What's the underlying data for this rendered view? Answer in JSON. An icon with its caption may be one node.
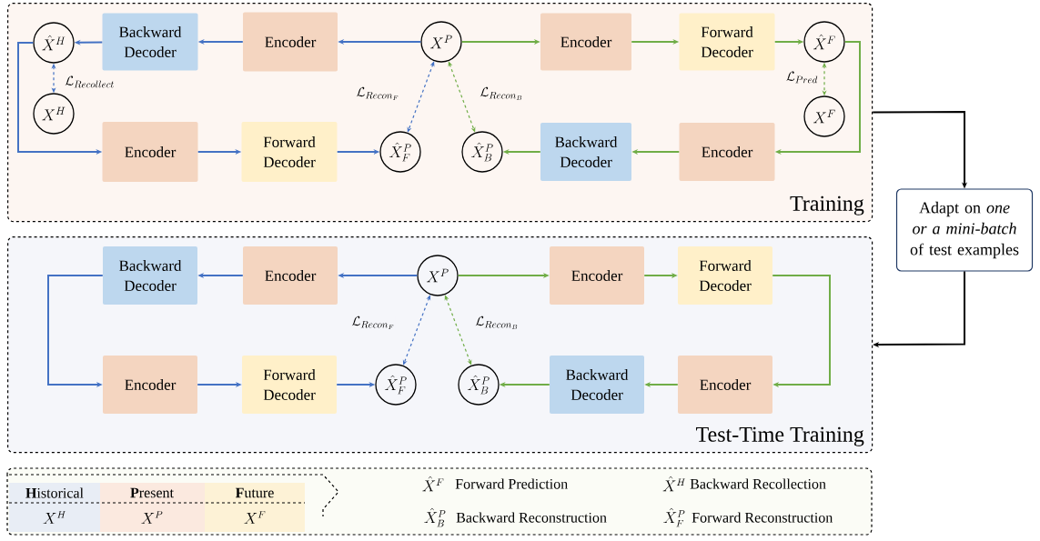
{
  "diagram": {
    "nodes": [
      {
        "text": [
          "Training"
        ]
      },
      {
        "text": [
          "\\hat{X}^{H}"
        ],
        "in": 0
      },
      {
        "text": [
          "Backward Decoder"
        ],
        "in": 0
      },
      {
        "text": [
          "Encoder"
        ],
        "in": 0
      },
      {
        "text": [
          "X^{P}"
        ],
        "in": 0
      },
      {
        "text": [
          "Encoder"
        ],
        "in": 0
      },
      {
        "text": [
          "Forward Decoder"
        ],
        "in": 0
      },
      {
        "text": [
          "\\hat{X}^{F}"
        ],
        "in": 0
      },
      {
        "text": [
          "X^{H}"
        ],
        "in": 0
      },
      {
        "text": [
          "X^{F}"
        ],
        "in": 0
      },
      {
        "text": [
          "Encoder"
        ],
        "in": 0
      },
      {
        "text": [
          "Forward Decoder"
        ],
        "in": 0
      },
      {
        "text": [
          "\\hat{X}^{P}_{F}"
        ],
        "in": 0
      },
      {
        "text": [
          "\\hat{X}^{P}_{B}"
        ],
        "in": 0
      },
      {
        "text": [
          "Backward Decoder"
        ],
        "in": 0
      },
      {
        "text": [
          "Encoder"
        ],
        "in": 0
      },
      {
        "text": [
          "Test-Time Training"
        ]
      },
      {
        "text": [
          "Backward Decoder"
        ],
        "in": 16
      },
      {
        "text": [
          "Encoder"
        ],
        "in": 16
      },
      {
        "text": [
          "X^{P}"
        ],
        "in": 16
      },
      {
        "text": [
          "Encoder"
        ],
        "in": 16
      },
      {
        "text": [
          "Forward Decoder"
        ],
        "in": 16
      },
      {
        "text": [
          "Encoder"
        ],
        "in": 16
      },
      {
        "text": [
          "Forward Decoder"
        ],
        "in": 16
      },
      {
        "text": [
          "\\hat{X}^{P}_{F}"
        ],
        "in": 16
      },
      {
        "text": [
          "\\hat{X}^{P}_{B}"
        ],
        "in": 16
      },
      {
        "text": [
          "Backward Decoder"
        ],
        "in": 16
      },
      {
        "text": [
          "Encoder"
        ],
        "in": 16
      },
      {
        "text": [
          "Adapt on *one or a mini-batch* of test examples"
        ]
      }
    ],
    "edges": [
      {
        "from": 4,
        "to": 3,
        "arrow": "to",
        "color": "#4472c4"
      },
      {
        "from": 3,
        "to": 2,
        "arrow": "to",
        "color": "#4472c4"
      },
      {
        "from": 2,
        "to": 1,
        "arrow": "to",
        "color": "#4472c4"
      },
      {
        "from": 1,
        "to": 10,
        "arrow": "to",
        "color": "#4472c4"
      },
      {
        "from": 10,
        "to": 11,
        "arrow": "to",
        "color": "#4472c4"
      },
      {
        "from": 11,
        "to": 12,
        "arrow": "to",
        "color": "#4472c4"
      },
      {
        "from": 1,
        "to": 8,
        "arrow": "both",
        "style": "dashed",
        "color": "#4472c4",
        "label": "\\mathcal{L}_{Recollect}"
      },
      {
        "from": 4,
        "to": 12,
        "arrow": "both",
        "style": "dashed",
        "color": "#4472c4",
        "label": "\\mathcal{L}_{Recon_{F}}"
      },
      {
        "from": 4,
        "to": 5,
        "arrow": "to",
        "color": "#70ad47"
      },
      {
        "from": 5,
        "to": 6,
        "arrow": "to",
        "color": "#70ad47"
      },
      {
        "from": 6,
        "to": 7,
        "arrow": "to",
        "color": "#70ad47"
      },
      {
        "from": 7,
        "to": 15,
        "arrow": "to",
        "color": "#70ad47"
      },
      {
        "from": 15,
        "to": 14,
        "arrow": "to",
        "color": "#70ad47"
      },
      {
        "from": 14,
        "to": 13,
        "arrow": "to",
        "color": "#70ad47"
      },
      {
        "from": 7,
        "to": 9,
        "arrow": "both",
        "style": "dashed",
        "color": "#70ad47",
        "label": "\\mathcal{L}_{Pred}"
      },
      {
        "from": 4,
        "to": 13,
        "arrow": "both",
        "style": "dashed",
        "color": "#70ad47",
        "label": "\\mathcal{L}_{Recon_{B}}"
      },
      {
        "from": 19,
        "to": 18,
        "arrow": "to",
        "color": "#4472c4"
      },
      {
        "from": 18,
        "to": 17,
        "arrow": "to",
        "color": "#4472c4"
      },
      {
        "from": 17,
        "to": 22,
        "arrow": "to",
        "color": "#4472c4"
      },
      {
        "from": 22,
        "to": 23,
        "arrow": "to",
        "color": "#4472c4"
      },
      {
        "from": 23,
        "to": 24,
        "arrow": "to",
        "color": "#4472c4"
      },
      {
        "from": 19,
        "to": 24,
        "arrow": "both",
        "style": "dashed",
        "color": "#4472c4",
        "label": "\\mathcal{L}_{Recon_{F}}"
      },
      {
        "from": 19,
        "to": 20,
        "arrow": "to",
        "color": "#70ad47"
      },
      {
        "from": 20,
        "to": 21,
        "arrow": "to",
        "color": "#70ad47"
      },
      {
        "from": 21,
        "to": 27,
        "arrow": "to",
        "color": "#70ad47"
      },
      {
        "from": 27,
        "to": 26,
        "arrow": "to",
        "color": "#70ad47"
      },
      {
        "from": 26,
        "to": 25,
        "arrow": "to",
        "color": "#70ad47"
      },
      {
        "from": 19,
        "to": 25,
        "arrow": "both",
        "style": "dashed",
        "color": "#70ad47",
        "label": "\\mathcal{L}_{Recon_{B}}"
      },
      {
        "from": 0,
        "to": 28,
        "arrow": "to",
        "color": "#000000"
      },
      {
        "from": 28,
        "to": 16,
        "arrow": "to",
        "color": "#000000"
      }
    ],
    "labels": [
      "**H**istorical",
      "**P**resent",
      "**F**uture",
      "\\hat{X}^{F}",
      "Forward Prediction",
      "\\hat{X}^{H}",
      "Backward Recollection",
      "X^{H}",
      "X^{P}",
      "X^{F}",
      "\\hat{X}^{P}_{B}",
      "Backward Reconstruction",
      "\\hat{X}^{P}_{F}",
      "Forward Reconstruction"
    ]
  }
}
